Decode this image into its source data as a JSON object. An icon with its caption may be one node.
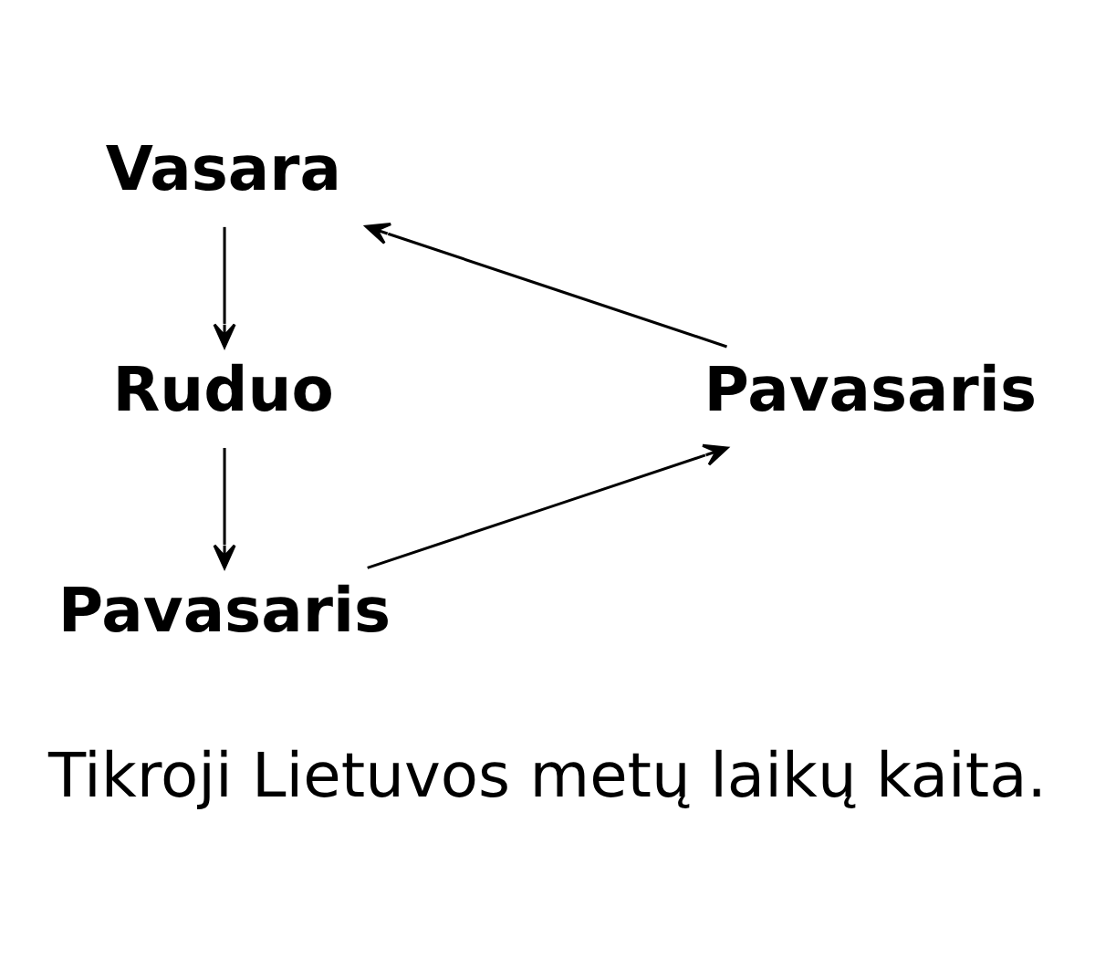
{
  "diagram": {
    "caption": "Tikroji Lietuvos metų laikų kaita.",
    "nodes": [
      {
        "text": [
          "Vasara"
        ]
      },
      {
        "text": [
          "Ruduo"
        ]
      },
      {
        "text": [
          "Pavasaris"
        ]
      },
      {
        "text": [
          "Pavasaris"
        ]
      }
    ],
    "edges": [
      {
        "from": 0,
        "to": 1,
        "arrow": "to"
      },
      {
        "from": 1,
        "to": 2,
        "arrow": "to"
      },
      {
        "from": 2,
        "to": 3,
        "arrow": "to"
      },
      {
        "from": 3,
        "to": 0,
        "arrow": "to"
      }
    ]
  }
}
